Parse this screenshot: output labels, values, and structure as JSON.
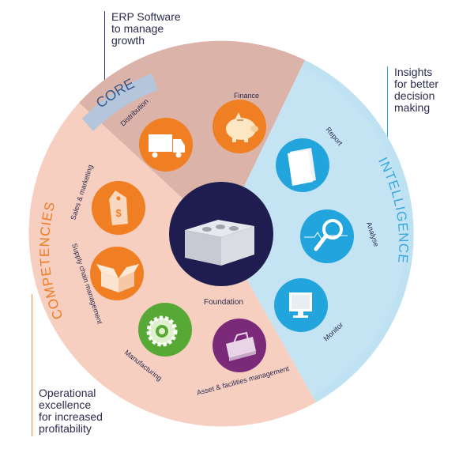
{
  "callouts": {
    "erp": "ERP Software\nto manage\ngrowth",
    "insights": "Insights\nfor better\ndecision\nmaking",
    "operational": "Operational\nexcellence\nfor increased\nprofitability"
  },
  "sections": {
    "core": "CORE",
    "intelligence": "INTELLIGENCE",
    "competencies": "COMPETENCIES"
  },
  "center_label": "Foundation",
  "items": {
    "distribution": "Distribution",
    "finance": "Finance",
    "report": "Report",
    "analyse": "Analyse",
    "monitor": "Monitor",
    "sales_marketing": "Sales & marketing",
    "supply_chain": "Supply chain management",
    "manufacturing": "Manufacturing",
    "asset_facilities": "Asset & facilities management"
  },
  "colors": {
    "core_bg": "#dbb3a8",
    "intelligence_bg": "#c4e4f4",
    "competencies_bg": "#f6cfc1",
    "core_tab": "#b5c6dc",
    "core_tab_text": "#355a8a",
    "intelligence_text": "#3aa8dd",
    "competencies_text": "#ef7b22",
    "orange": "#f07e22",
    "blue": "#22a4dd",
    "green": "#56a935",
    "purple": "#7b2a7a",
    "navy": "#1f1c4f",
    "callout_text": "#2b2b4d",
    "line_navy": "#2e2f63",
    "line_blue": "#2fa8e0",
    "line_orange": "#f08a3c"
  }
}
